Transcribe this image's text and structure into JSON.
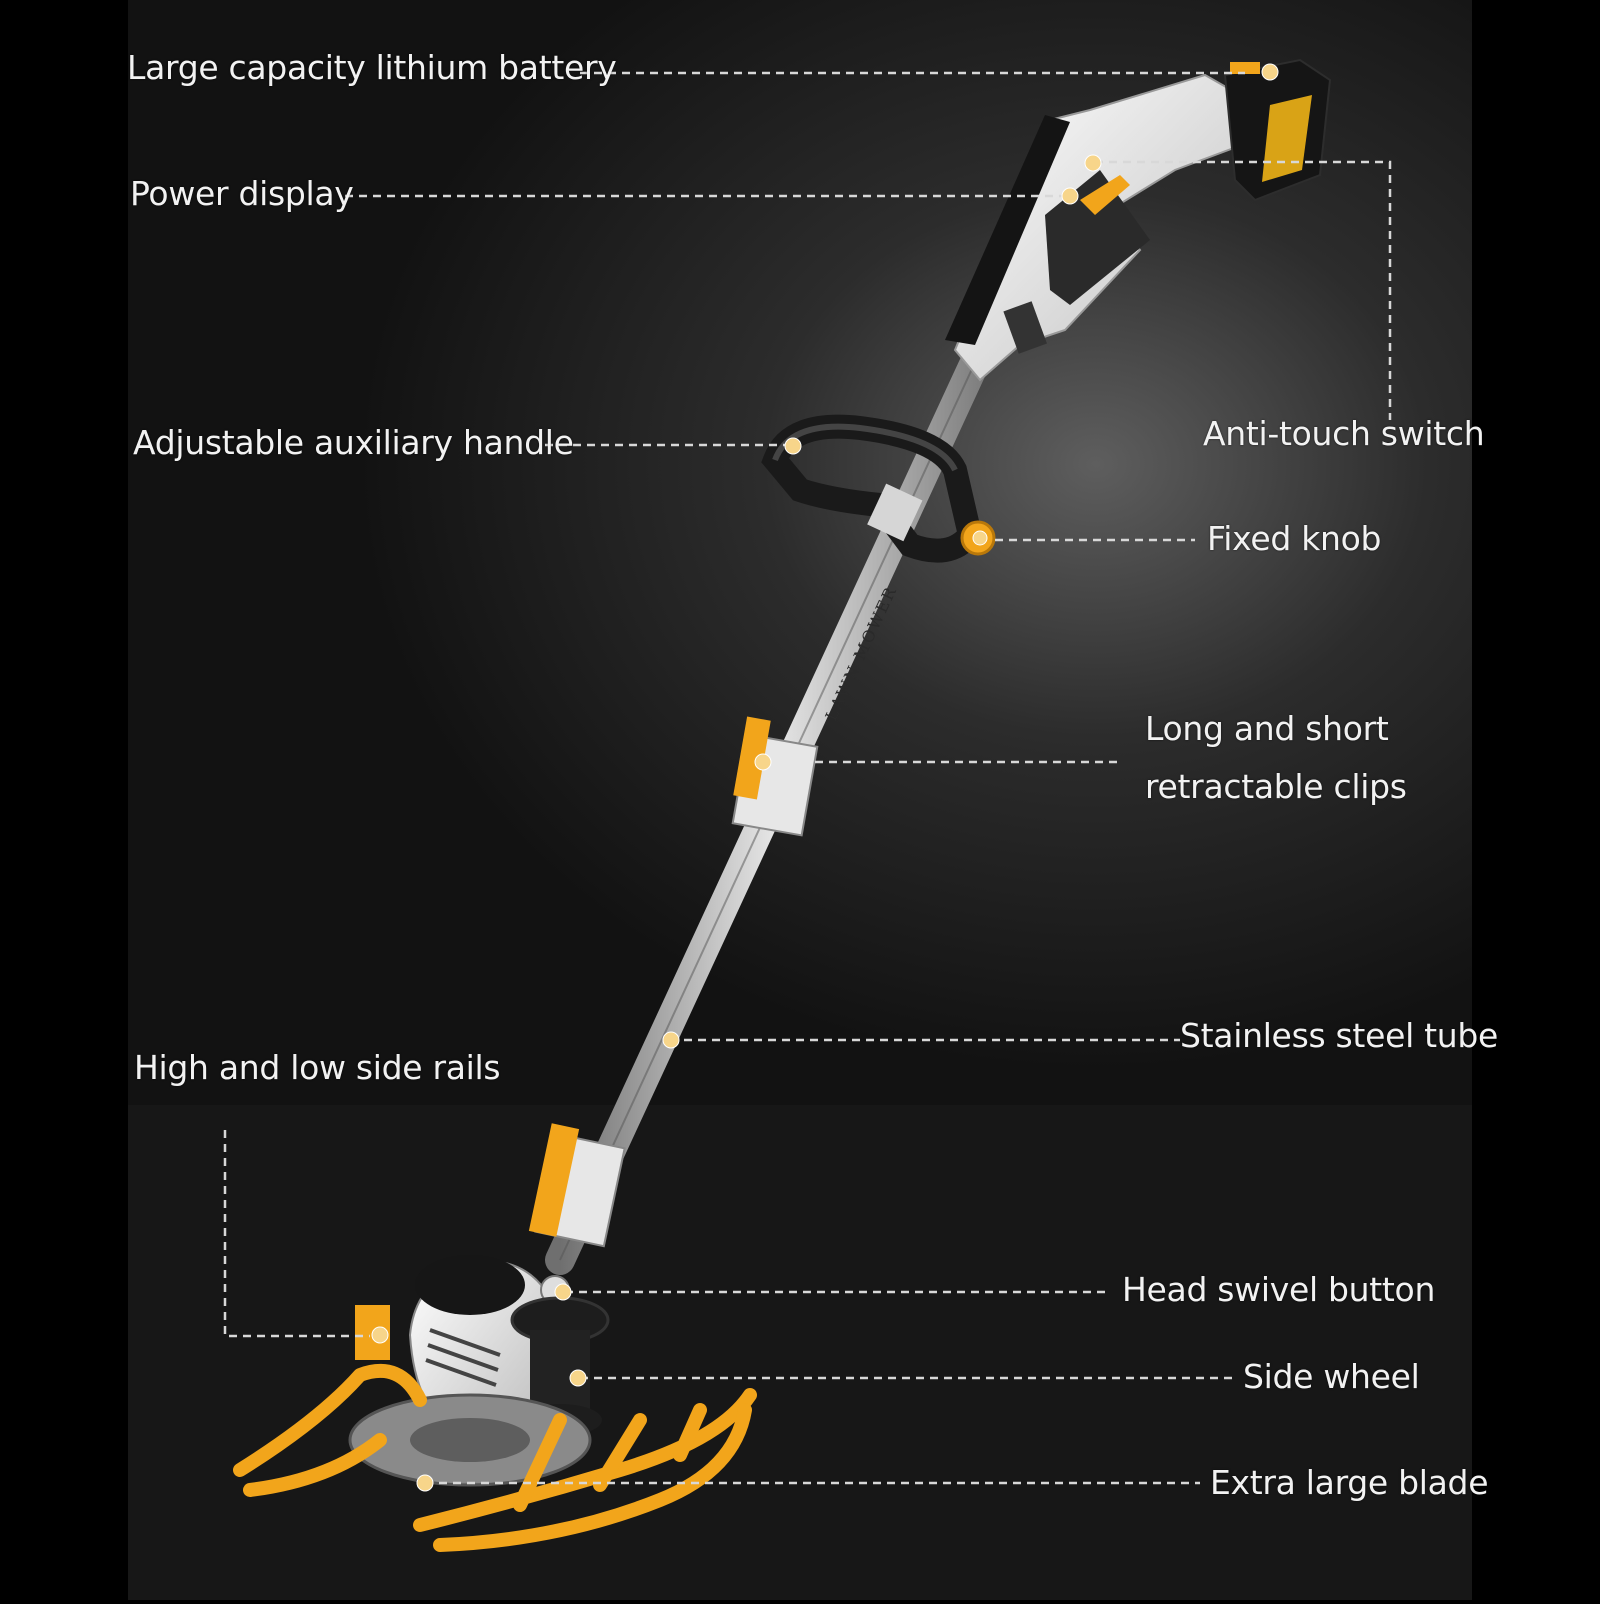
{
  "diagram": {
    "product_text": "LAWN MOWER",
    "colors": {
      "background_outer": "#000000",
      "background_panel": "#1b1b1b",
      "accent": "#f2a51b",
      "body_white": "#e9e9e9",
      "body_black": "#111111",
      "tube": "#b8b8b8",
      "label_text": "#f2f2f2",
      "leader_line": "#d8d8d8"
    },
    "labels": {
      "battery": "Large capacity lithium battery",
      "power_display": "Power display",
      "aux_handle": "Adjustable auxiliary handle",
      "anti_touch": "Anti-touch switch",
      "fixed_knob": "Fixed knob",
      "clips_line1": "Long and short",
      "clips_line2": "retractable clips",
      "steel_tube": "Stainless steel tube",
      "side_rails": "High and low side rails",
      "swivel": "Head swivel button",
      "side_wheel": "Side wheel",
      "blade": "Extra large blade"
    }
  }
}
